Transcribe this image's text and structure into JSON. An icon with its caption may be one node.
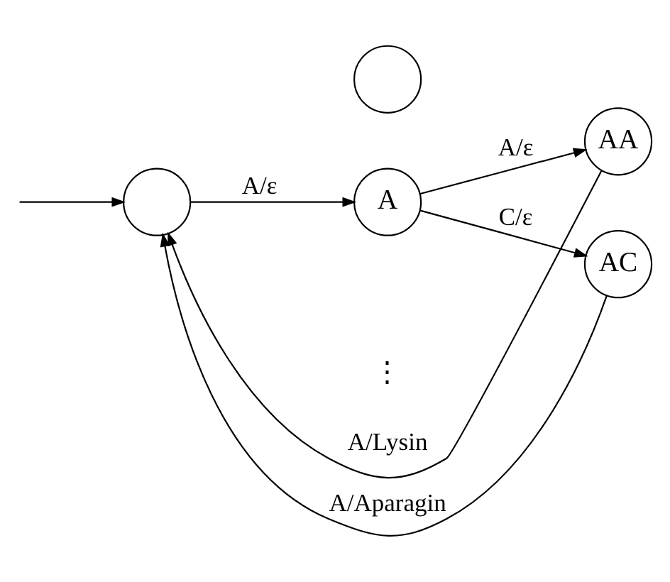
{
  "diagram": {
    "nodes": [
      {
        "text": [],
        "shape": "circle"
      },
      {
        "text": [
          "A"
        ]
      },
      {
        "text": [
          "AA"
        ]
      },
      {
        "text": [
          "AC"
        ]
      },
      {
        "text": [],
        "shape": "circle"
      }
    ],
    "edges": [
      {
        "from": null,
        "to": 0,
        "arrow": "to"
      },
      {
        "from": 0,
        "to": 1,
        "arrow": "to",
        "label": "A/ε"
      },
      {
        "from": 1,
        "to": 2,
        "arrow": "to",
        "label": "A/ε"
      },
      {
        "from": 1,
        "to": 3,
        "arrow": "to",
        "label": "C/ε"
      },
      {
        "from": 2,
        "to": 0,
        "arrow": "to",
        "label": "A/Lysin"
      },
      {
        "from": 3,
        "to": 0,
        "arrow": "to",
        "label": "A/Aparagin"
      }
    ],
    "labels": [
      "⋮"
    ]
  }
}
